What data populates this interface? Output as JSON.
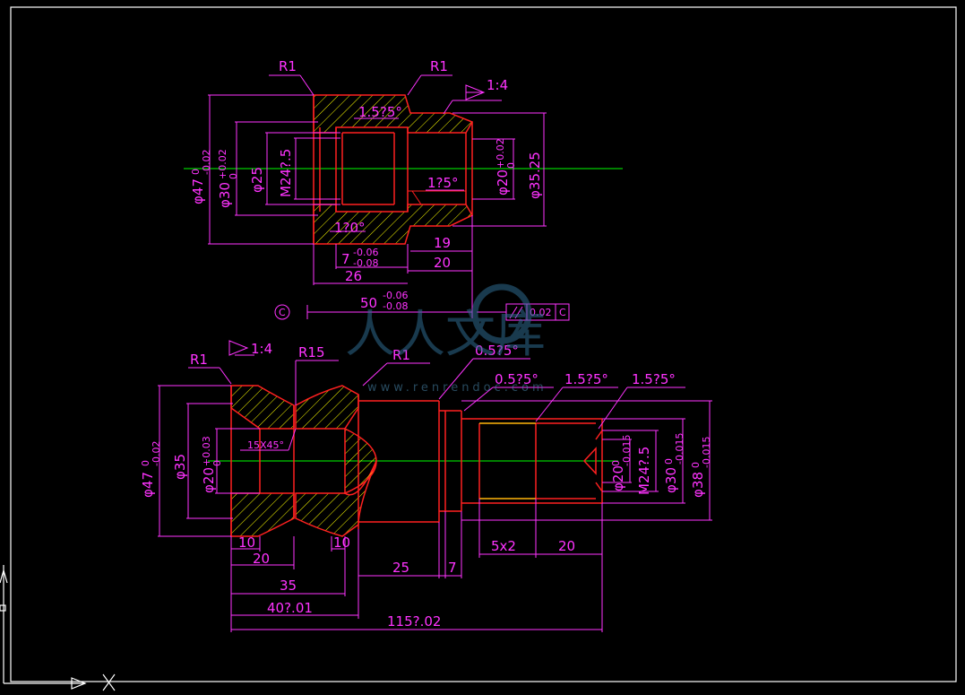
{
  "top_view": {
    "r_left": "R1",
    "r_right": "R1",
    "taper": "1:4",
    "chamfer_top": "1.5?5°",
    "chamfer_inner": "1?5°",
    "chamfer_bottom": "1?0°",
    "dia_47": "φ47",
    "dia_47_tol_u": "0",
    "dia_47_tol_l": "-0.02",
    "dia_30": "φ30",
    "dia_30_tol_u": "+0.02",
    "dia_30_tol_l": "0",
    "dia_25": "φ25",
    "thread": "M24?.5",
    "dia_20": "φ20",
    "dia_20_tol_u": "+0.02",
    "dia_20_tol_l": "0",
    "dia_35_25": "φ35.25",
    "len_19": "19",
    "len_7": "7",
    "len_7_tol_u": "-0.06",
    "len_7_tol_l": "-0.08",
    "len_20": "20",
    "len_26": "26",
    "len_50": "50",
    "len_50_tol_u": "-0.06",
    "len_50_tol_l": "-0.08",
    "datum": "C",
    "tol_value": "0.02",
    "tol_datum": "C"
  },
  "bottom_view": {
    "r1_left": "R1",
    "taper": "1:4",
    "r15": "R15",
    "r1_mid": "R1",
    "chamfer_a": "0.5?5°",
    "chamfer_b": "0.5?5°",
    "chamfer_c": "1.5?5°",
    "chamfer_d": "1.5?5°",
    "chamfer_15": "15X45°",
    "dia_47": "φ47",
    "dia_47_tol_u": "0",
    "dia_47_tol_l": "-0.02",
    "dia_35": "φ35",
    "dia_20": "φ20",
    "dia_20_tol_u": "+0.03",
    "dia_20_tol_l": "0",
    "dia_20b": "φ20",
    "dia_20b_tol_u": "0",
    "dia_20b_tol_l": "-0.015",
    "thread": "M24?.5",
    "dia_30": "φ30",
    "dia_30_tol_u": "0",
    "dia_30_tol_l": "-0.015",
    "dia_38": "φ38",
    "dia_38_tol_u": "0",
    "dia_38_tol_l": "-0.015",
    "len_10a": "10",
    "len_10b": "10",
    "len_20": "20",
    "len_35": "35",
    "len_40": "40?.01",
    "len_25": "25",
    "len_7": "7",
    "len_5x2": "5x2",
    "len_20b": "20",
    "len_115": "115?.02"
  },
  "watermark": {
    "text": "人人文库",
    "url": "www.renrendoc.com"
  },
  "colors": {
    "outline": "#ff2020",
    "dimension": "#ff33ff",
    "hatch": "#ffff00",
    "centerline": "#00ff00",
    "frame": "#ffffff"
  }
}
